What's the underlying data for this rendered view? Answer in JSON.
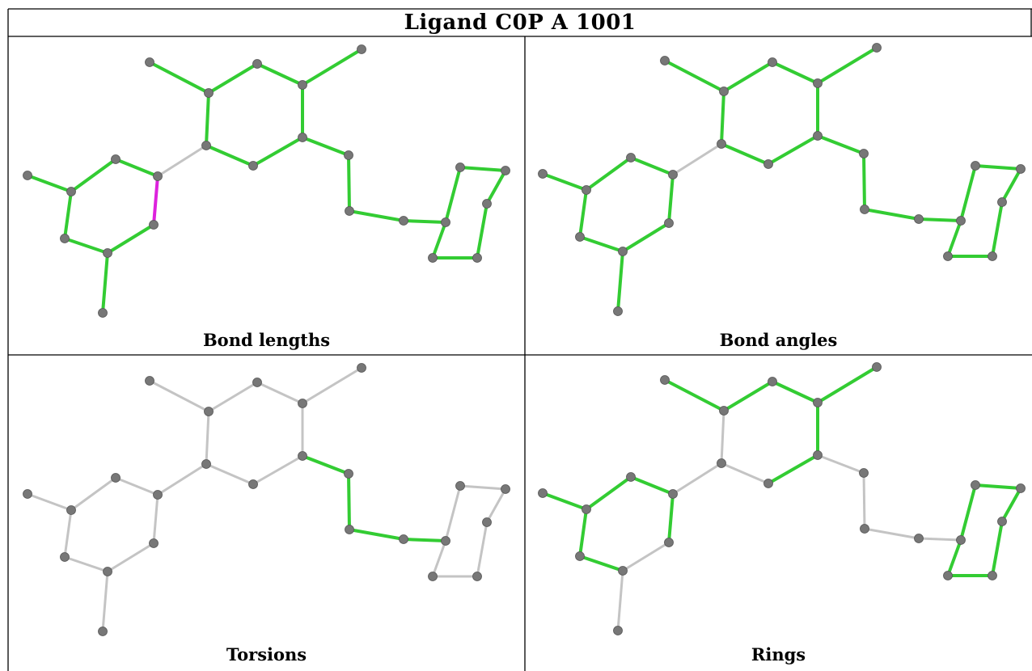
{
  "title": "Ligand C0P A 1001",
  "panels": [
    {
      "id": "bond-lengths",
      "caption": "Bond lengths"
    },
    {
      "id": "bond-angles",
      "caption": "Bond angles"
    },
    {
      "id": "torsions",
      "caption": "Torsions"
    },
    {
      "id": "rings",
      "caption": "Rings"
    }
  ],
  "colors": {
    "ok": "#33cc33",
    "outlier": "#dd22dd",
    "unassessed": "#c4c4c4",
    "atom": "#777777"
  },
  "bond_status": {
    "bond-lengths": [
      "ok",
      "ok",
      "ok",
      "ok",
      "ok",
      "ok",
      "ok",
      "ok",
      "ok",
      "ok",
      "ok",
      "outlier",
      "ok",
      "ok",
      "ok",
      "ok",
      "unassessed",
      "ok",
      "ok",
      "ok",
      "ok",
      "ok",
      "ok",
      "ok",
      "ok",
      "ok",
      "ok"
    ],
    "bond-angles": [
      "ok",
      "ok",
      "ok",
      "ok",
      "ok",
      "ok",
      "ok",
      "ok",
      "ok",
      "ok",
      "ok",
      "ok",
      "ok",
      "ok",
      "ok",
      "ok",
      "unassessed",
      "ok",
      "ok",
      "ok",
      "ok",
      "ok",
      "ok",
      "ok",
      "ok",
      "ok",
      "ok"
    ],
    "torsions": [
      "unassessed",
      "unassessed",
      "unassessed",
      "unassessed",
      "unassessed",
      "unassessed",
      "unassessed",
      "unassessed",
      "unassessed",
      "unassessed",
      "unassessed",
      "unassessed",
      "unassessed",
      "unassessed",
      "unassessed",
      "unassessed",
      "unassessed",
      "ok",
      "ok",
      "ok",
      "ok",
      "unassessed",
      "unassessed",
      "unassessed",
      "unassessed",
      "unassessed",
      "unassessed"
    ],
    "rings": [
      "ok",
      "ok",
      "ok",
      "ok",
      "ok",
      "ok",
      "unassessed",
      "unassessed",
      "ok",
      "ok",
      "ok",
      "ok",
      "ok",
      "ok",
      "unassessed",
      "unassessed",
      "unassessed",
      "unassessed",
      "unassessed",
      "unassessed",
      "unassessed",
      "ok",
      "ok",
      "ok",
      "ok",
      "ok",
      "ok"
    ]
  }
}
